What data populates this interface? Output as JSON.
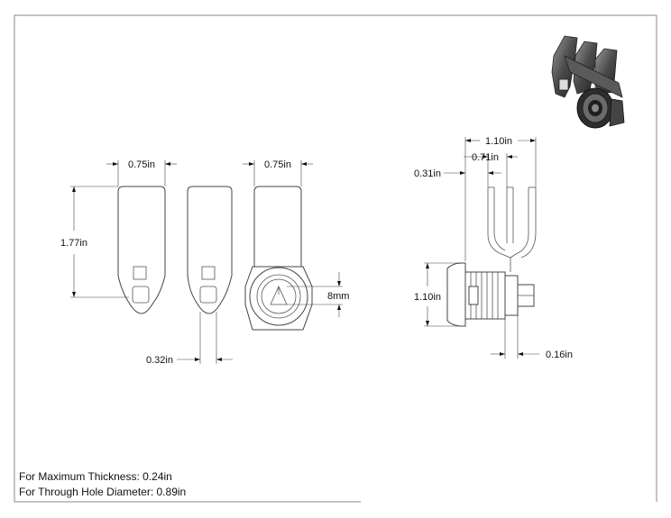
{
  "dimensions": {
    "lever_width_front": "0.75in",
    "lever_width_back": "0.75in",
    "lever_length": "1.77in",
    "lever_thickness": "0.32in",
    "cam_square": "8mm",
    "side_overall_width": "1.10in",
    "side_lever_offset": "0.71in",
    "side_flange_offset": "0.31in",
    "side_height": "1.10in",
    "side_nut_width": "0.16in"
  },
  "notes": {
    "max_thickness": "For Maximum Thickness: 0.24in",
    "hole_diameter": "For Through Hole Diameter: 0.89in"
  },
  "colors": {
    "line": "#444444",
    "render_dark": "#3a3a3a",
    "render_light": "#8a8a8a",
    "border": "#888888"
  }
}
